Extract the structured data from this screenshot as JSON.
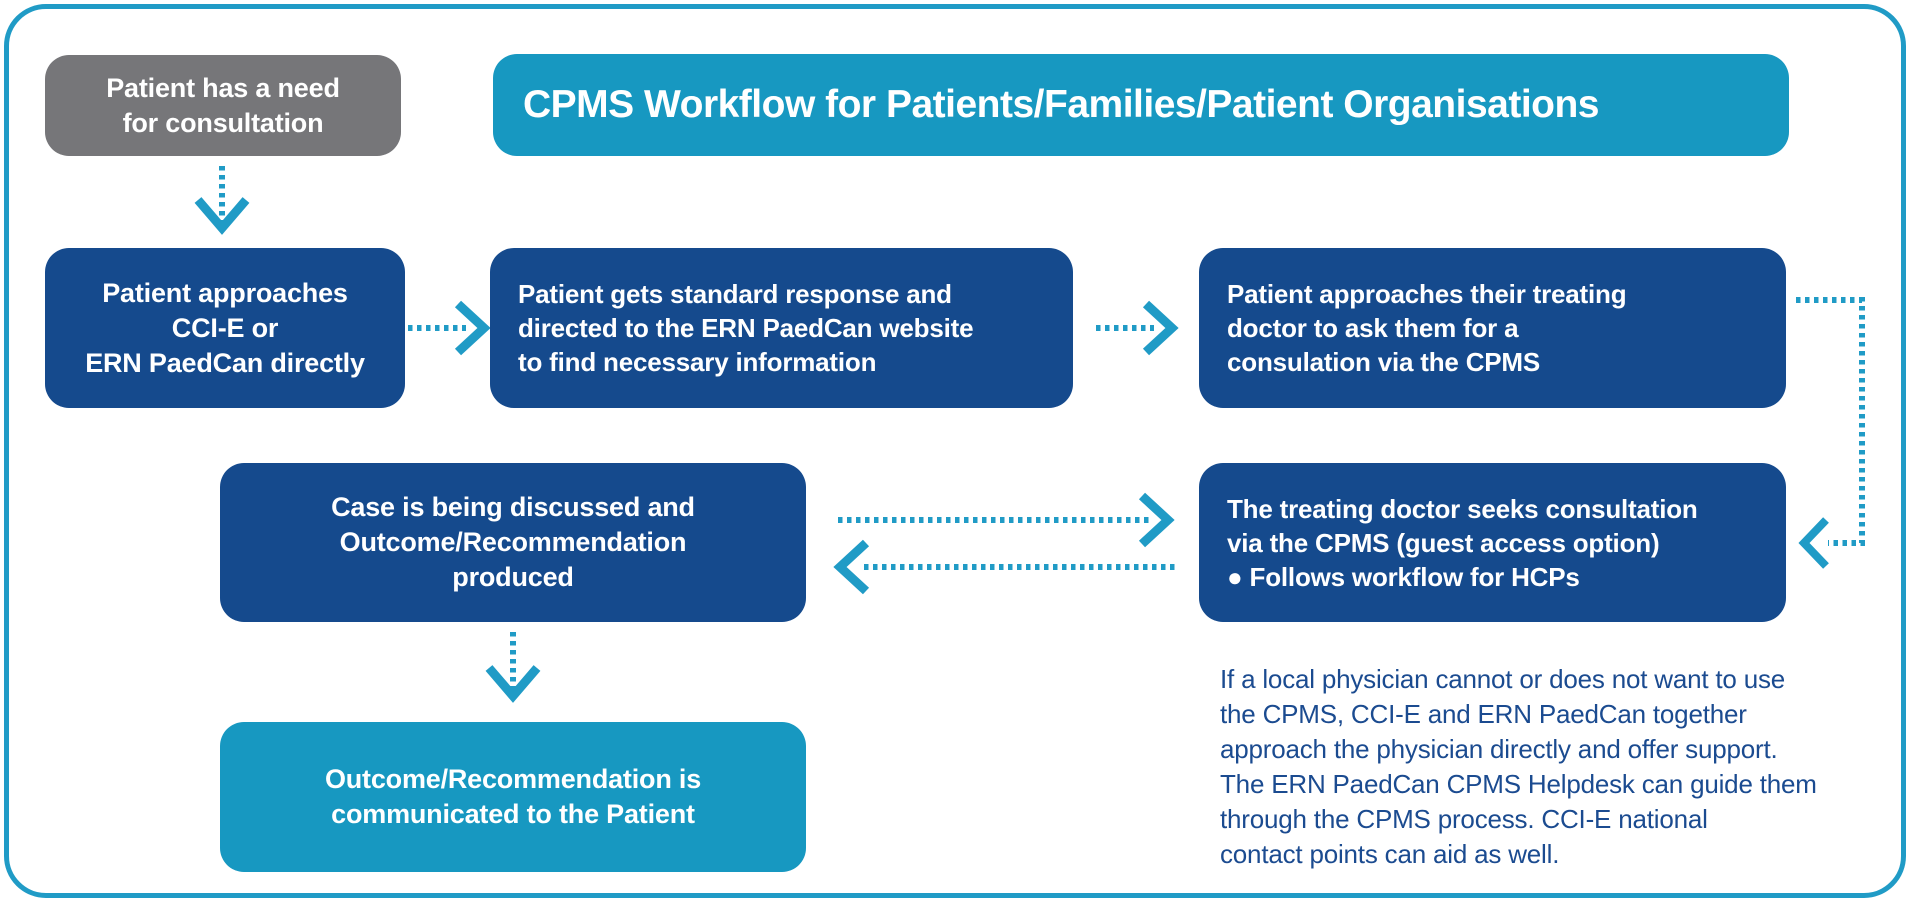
{
  "title": "CPMS Workflow for Patients/Families/Patient Organisations",
  "nodes": {
    "patient_need": {
      "text": "Patient has a need\nfor consultation"
    },
    "patient_approaches": {
      "text": "Patient approaches\nCCI-E or\nERN PaedCan directly"
    },
    "standard_response": {
      "text": "Patient gets standard response and\ndirected to the ERN PaedCan website\nto find necessary information"
    },
    "treating_doctor": {
      "text": "Patient approaches their treating\ndoctor to ask them for a\nconsulation via the CPMS"
    },
    "case_discussed": {
      "text": "Case is being discussed and\nOutcome/Recommendation\nproduced"
    },
    "doctor_seeks": {
      "text": "The treating doctor seeks consultation\nvia the CPMS (guest access option)\n● Follows workflow for HCPs"
    },
    "outcome_communicated": {
      "text": "Outcome/Recommendation is\ncommunicated to the Patient"
    }
  },
  "note": {
    "text": "If a local physician cannot or does not want to use\nthe CPMS, CCI-E and ERN PaedCan together\napproach the physician directly and offer support.\nThe ERN PaedCan CPMS Helpdesk can guide them\nthrough the CPMS process. CCI-E national\ncontact points can aid as well."
  },
  "colors": {
    "dark_blue": "#154a8d",
    "teal": "#1798c1",
    "gray": "#767679",
    "arrow_and_border_teal": "#209bc6",
    "note_text": "#1b4b90",
    "box_text": "#ffffff"
  }
}
